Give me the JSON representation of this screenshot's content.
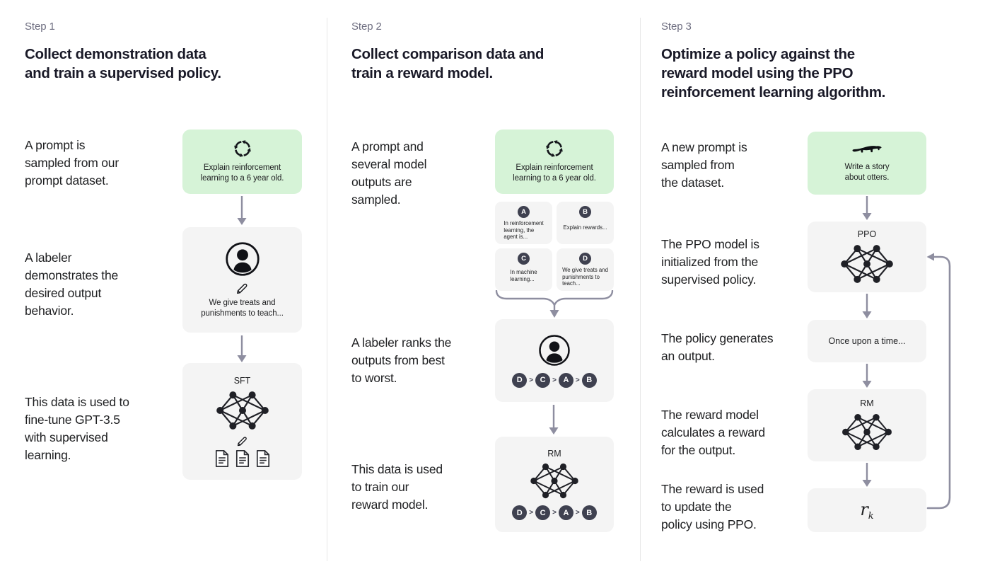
{
  "colors": {
    "green_box": "#d6f3d7",
    "gray_box": "#f4f4f4",
    "arrow": "#8e8ea0",
    "dark_circle": "#3f4150",
    "step_label": "#6e6e80",
    "title": "#191927",
    "heading": "#202123",
    "icon_ink": "#1f2026",
    "divider": "#e7e7e7"
  },
  "steps": [
    {
      "label": "Step 1",
      "title_lines": [
        "Collect demonstration data",
        "and train a supervised policy."
      ],
      "captions": [
        {
          "lines": [
            "A prompt is",
            "sampled from our",
            "prompt dataset."
          ]
        },
        {
          "lines": [
            "A labeler",
            "demonstrates the",
            "desired output",
            "behavior."
          ]
        },
        {
          "lines": [
            "This data is used to",
            "fine-tune GPT-3.5",
            "with supervised",
            "learning."
          ]
        }
      ],
      "prompt_box": {
        "icon": "cycle-arrows-icon",
        "lines": [
          "Explain reinforcement",
          "learning to a 6 year old."
        ]
      },
      "labeler_box": {
        "icons": [
          "person-icon",
          "pencil-icon"
        ],
        "lines": [
          "We give treats and",
          "punishments to teach..."
        ]
      },
      "model_box": {
        "label": "SFT",
        "icons": [
          "neural-network-icon",
          "pencil-icon",
          "document-icon",
          "document-icon",
          "document-icon"
        ]
      }
    },
    {
      "label": "Step 2",
      "title_lines": [
        "Collect comparison data and",
        "train a reward model."
      ],
      "captions": [
        {
          "lines": [
            "A prompt and",
            "several model",
            "outputs are",
            "sampled."
          ]
        },
        {
          "lines": [
            "A labeler ranks the",
            "outputs from best",
            "to worst."
          ]
        },
        {
          "lines": [
            "This data is used",
            "to train our",
            "reward model."
          ]
        }
      ],
      "prompt_box": {
        "icon": "cycle-arrows-icon",
        "lines": [
          "Explain reinforcement",
          "learning to a 6 year old."
        ]
      },
      "outputs": [
        {
          "letter": "A",
          "lines": [
            "In reinforcement",
            "learning, the",
            "agent is..."
          ]
        },
        {
          "letter": "B",
          "lines": [
            "Explain rewards..."
          ]
        },
        {
          "letter": "C",
          "lines": [
            "In machine",
            "learning..."
          ]
        },
        {
          "letter": "D",
          "lines": [
            "We give treats and",
            "punishments to",
            "teach..."
          ]
        }
      ],
      "ranking": {
        "order": [
          "D",
          "C",
          "A",
          "B"
        ],
        "separator": ">"
      },
      "labeler_box": {
        "icons": [
          "person-icon"
        ]
      },
      "model_box": {
        "label": "RM",
        "icons": [
          "neural-network-icon"
        ]
      }
    },
    {
      "label": "Step 3",
      "title_lines": [
        "Optimize a policy against the",
        "reward model using the PPO",
        "reinforcement learning algorithm."
      ],
      "captions": [
        {
          "lines": [
            "A new prompt is",
            "sampled from",
            "the dataset."
          ]
        },
        {
          "lines": [
            "The PPO model is",
            "initialized from the",
            "supervised policy."
          ]
        },
        {
          "lines": [
            "The policy generates",
            "an output."
          ]
        },
        {
          "lines": [
            "The reward model",
            "calculates a reward",
            "for the output."
          ]
        },
        {
          "lines": [
            "The reward is used",
            "to update the",
            "policy using PPO."
          ]
        }
      ],
      "prompt_box": {
        "icon": "otter-icon",
        "lines": [
          "Write a story",
          "about otters."
        ]
      },
      "ppo_box": {
        "label": "PPO",
        "icons": [
          "neural-network-icon"
        ]
      },
      "output_box": {
        "text": "Once upon a time..."
      },
      "rm_box": {
        "label": "RM",
        "icons": [
          "neural-network-icon"
        ]
      },
      "reward_box": {
        "base": "r",
        "sub": "k"
      }
    }
  ]
}
